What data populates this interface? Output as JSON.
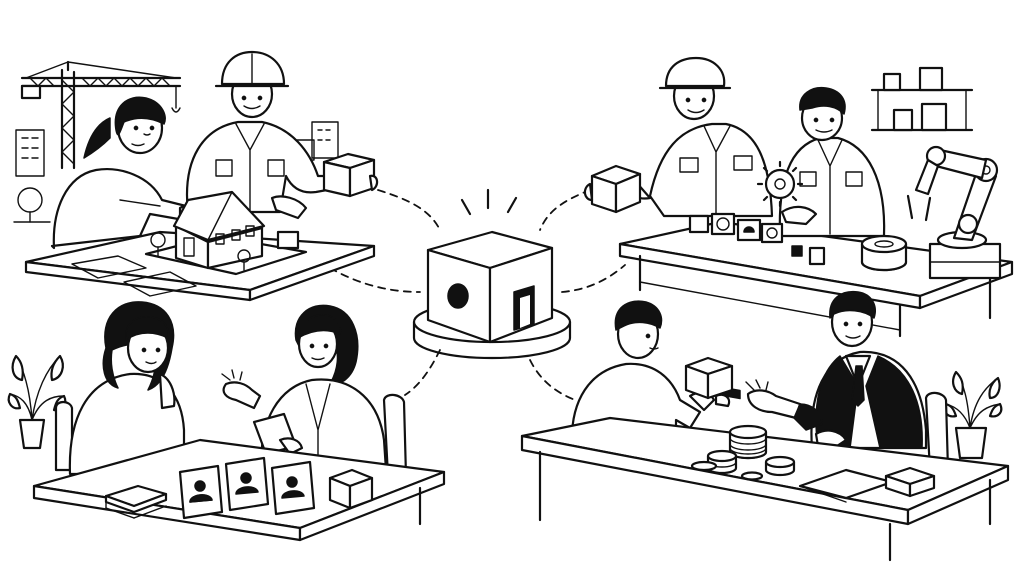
{
  "scene": {
    "style": "black line-art illustration on white",
    "hub": {
      "object": "cube-with-openings",
      "pedestal": "round-platform"
    },
    "groups": [
      {
        "id": "construction",
        "people": 2,
        "props": [
          "tower-crane",
          "house-model",
          "cube"
        ]
      },
      {
        "id": "manufacturing",
        "people": 2,
        "props": [
          "robot-arm",
          "gear",
          "cubes",
          "shelf"
        ]
      },
      {
        "id": "hiring",
        "people": 2,
        "props": [
          "profile-cards",
          "tablet",
          "cube",
          "plant"
        ]
      },
      {
        "id": "finance",
        "people": 2,
        "props": [
          "coin-stacks",
          "cube",
          "documents",
          "plant"
        ]
      }
    ],
    "connectors": 4
  }
}
